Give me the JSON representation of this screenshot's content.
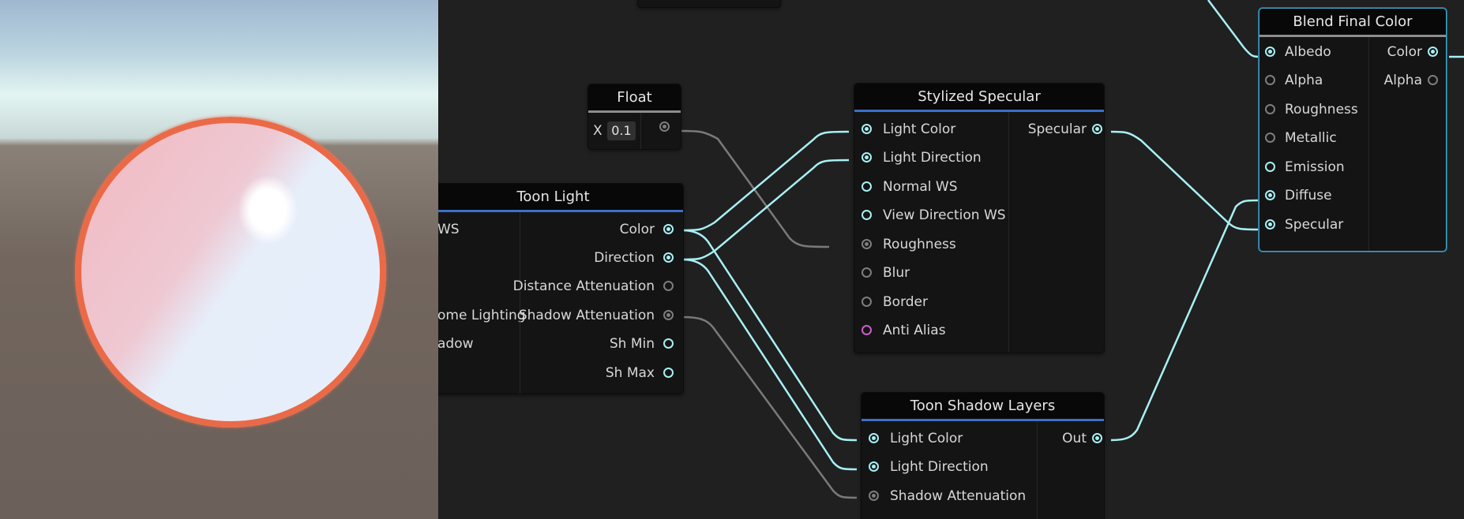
{
  "preview": {
    "label": "material-preview"
  },
  "nodes": {
    "float": {
      "title": "Float",
      "field_label": "X",
      "field_value": "0.1"
    },
    "toon_light": {
      "title": "Toon Light",
      "inputs": [
        "WS",
        "",
        "",
        "ome Lighting",
        "adow",
        ""
      ],
      "outputs": [
        "Color",
        "Direction",
        "Distance Attenuation",
        "Shadow Attenuation",
        "Sh Min",
        "Sh Max"
      ]
    },
    "stylized_specular": {
      "title": "Stylized Specular",
      "inputs": [
        "Light Color",
        "Light Direction",
        "Normal WS",
        "View Direction WS",
        "Roughness",
        "Blur",
        "Border",
        "Anti Alias"
      ],
      "outputs": [
        "Specular"
      ]
    },
    "toon_shadow_layers": {
      "title": "Toon Shadow Layers",
      "inputs": [
        "Light Color",
        "Light Direction",
        "Shadow Attenuation"
      ],
      "outputs": [
        "Out"
      ]
    },
    "blend_final_color": {
      "title": "Blend Final Color",
      "inputs": [
        "Albedo",
        "Alpha",
        "Roughness",
        "Metallic",
        "Emission",
        "Diffuse",
        "Specular"
      ],
      "outputs": [
        "Color",
        "Alpha"
      ]
    }
  },
  "colors": {
    "wire_active": "#a8f0f5",
    "wire_inactive": "#7a7a7a",
    "title_accent": "#3c6fc9",
    "selected_border": "#3ea2c8",
    "sphere_rim": "#ea6a48"
  }
}
